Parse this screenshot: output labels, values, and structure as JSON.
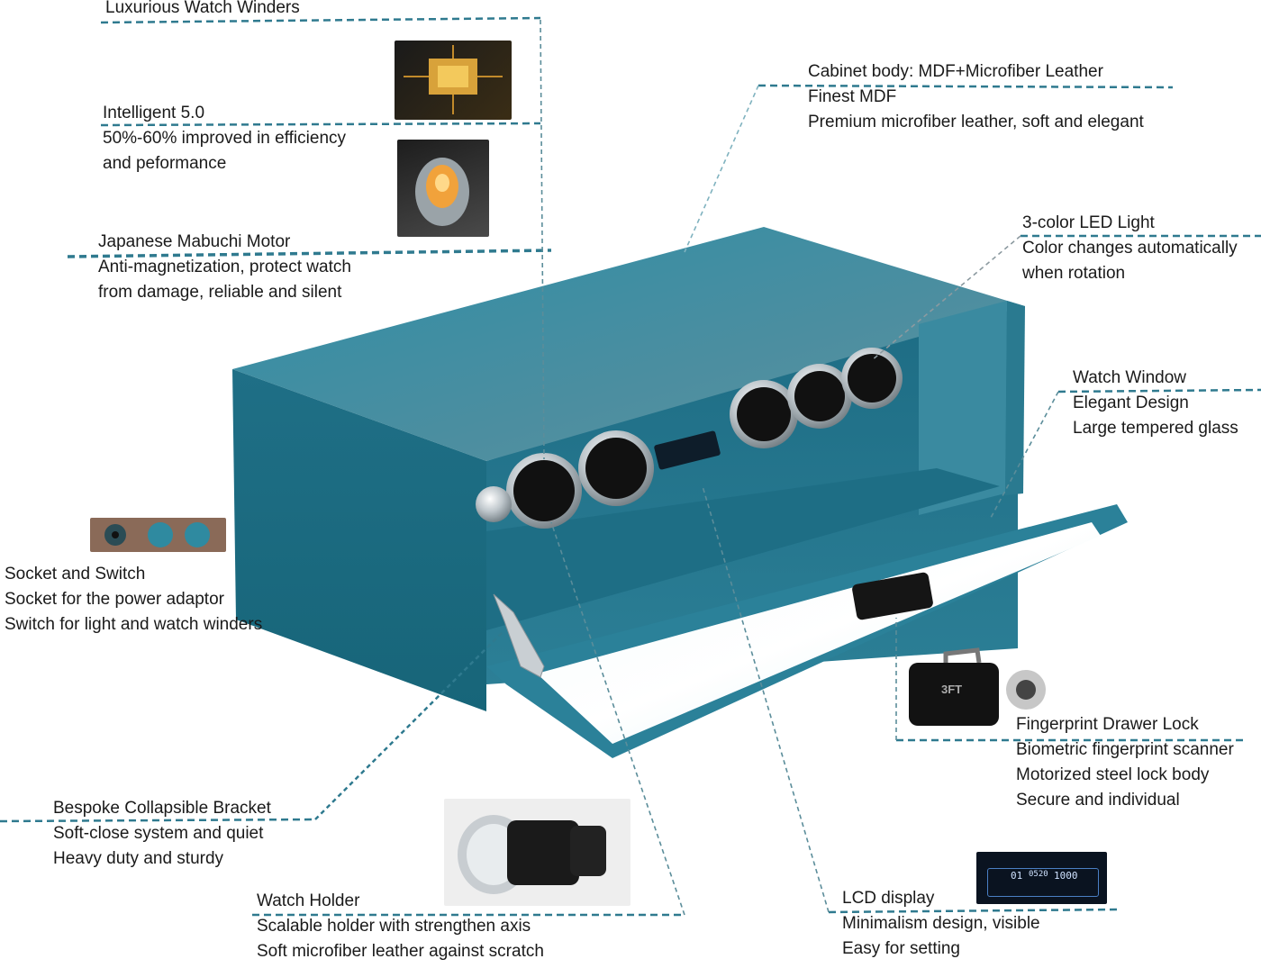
{
  "brand_color": "#2f7a8f",
  "callouts": {
    "luxurious": {
      "title": "Luxurious Watch Winders"
    },
    "intelligent": {
      "title": "Intelligent 5.0",
      "lines": [
        "50%-60% improved in efficiency",
        "and peformance"
      ]
    },
    "motor": {
      "title": "Japanese Mabuchi Motor",
      "lines": [
        "Anti-magnetization, protect watch",
        "from damage, reliable and silent"
      ]
    },
    "cabinet": {
      "title": "Cabinet body: MDF+Microfiber Leather",
      "lines": [
        "Finest MDF",
        "Premium microfiber leather, soft and elegant"
      ]
    },
    "led": {
      "title": "3-color LED Light",
      "lines": [
        "Color changes automatically",
        "when rotation"
      ]
    },
    "window": {
      "title": "Watch Window",
      "lines": [
        "Elegant Design",
        "Large tempered glass"
      ]
    },
    "socket": {
      "title": "Socket and Switch",
      "lines": [
        "Socket for the power adaptor",
        "Switch for light and watch winders"
      ]
    },
    "lock": {
      "title": "Fingerprint Drawer Lock",
      "lines": [
        "Biometric fingerprint scanner",
        "Motorized steel lock body",
        "Secure and individual"
      ]
    },
    "bracket": {
      "title": "Bespoke Collapsible Bracket",
      "lines": [
        "Soft-close system and quiet",
        "Heavy duty and sturdy"
      ]
    },
    "holder": {
      "title": "Watch Holder",
      "lines": [
        "Scalable holder with strengthen axis",
        "Soft microfiber leather against scratch"
      ]
    },
    "lcd": {
      "title": "LCD display",
      "lines": [
        "Minimalism design, visible",
        "Easy for setting"
      ]
    }
  },
  "lock_brand": "3FT",
  "lcd_readout": {
    "left": "01",
    "mid": "0520",
    "right": "1000"
  }
}
